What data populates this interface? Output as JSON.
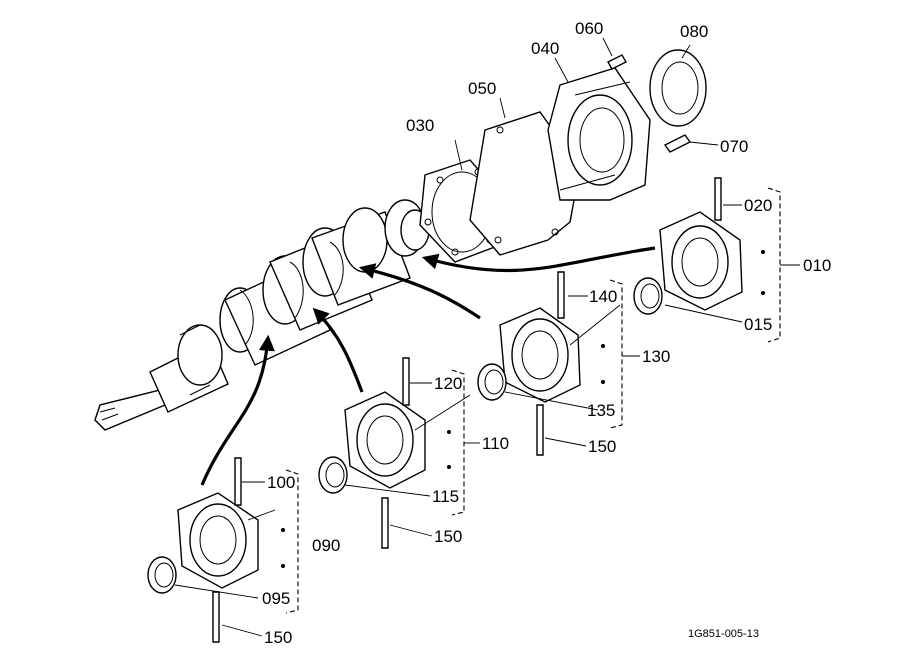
{
  "diagram": {
    "drawing_code": "1G851-005-13",
    "callouts": [
      "010",
      "015",
      "020",
      "030",
      "040",
      "050",
      "060",
      "070",
      "080",
      "090",
      "095",
      "100",
      "110",
      "115",
      "120",
      "130",
      "135",
      "140",
      "150",
      "150",
      "150"
    ]
  }
}
